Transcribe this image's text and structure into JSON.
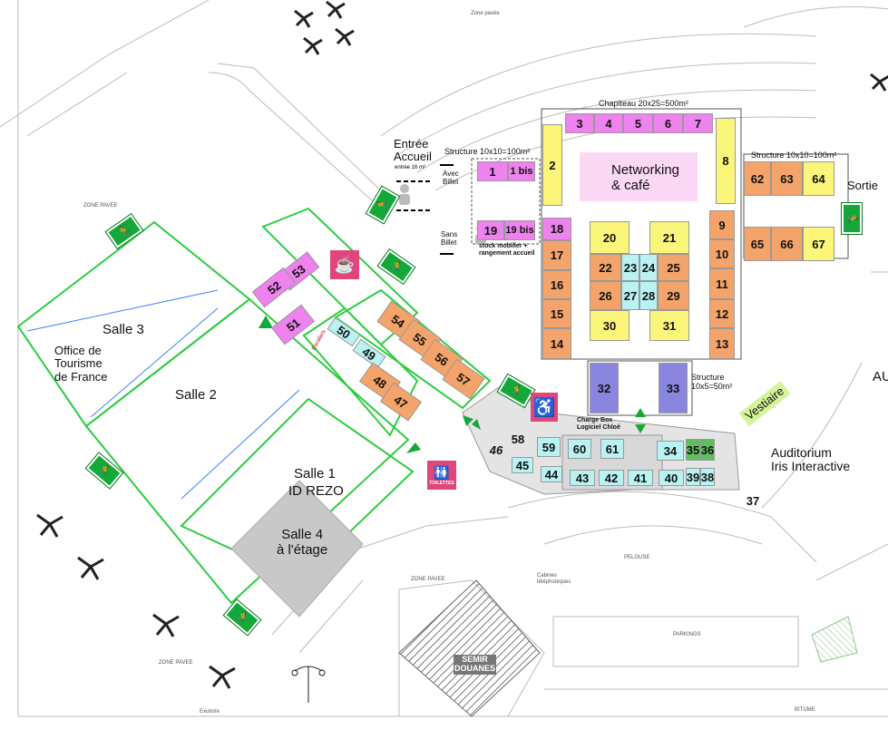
{
  "rooms": {
    "salle3": "Salle 3",
    "office": "Office de\nTourisme\nde France",
    "salle2": "Salle 2",
    "salle1": "Salle 1",
    "idrezo": "ID REZO",
    "salle4": "Salle 4\nà l'étage",
    "auditorium": "Auditorium\nIris Interactive",
    "vestiaire": "Vestiaire",
    "networking": "Networking\n& café",
    "semir": "SEMIR\nDOUANES",
    "au": "AU"
  },
  "labels": {
    "chapiteau": "Chapiteau 20x25=500m²",
    "structure_left": "Structure 10x10=100m²",
    "structure_right": "Structure 10x10=100m²",
    "structure_small": "Structure\n10x5=50m²",
    "entree": "Entrée\nAccueil",
    "entree_sub": "entrée 16 m²",
    "avec_billet": "Avec\nBillet",
    "sans_billet": "Sans\nBillet",
    "stock": "stock mobilier +\nrangement accueil",
    "sortie": "Sortie",
    "charge_box": "Charge Box\nLogiciel Chloé",
    "toilettes": "TOILETTES",
    "escaliers": "Escaliers",
    "zone_pavee_top": "Zone pavée",
    "zone_pavee_left": "ZONE PAVEE",
    "zone_pavee_bottom": "ZONE PAVEE",
    "zone_pavee_mid": "ZONE PAVEE",
    "pelouse": "PELOUSE",
    "parkings": "PARKINGS",
    "bitume": "BITUME",
    "exutoire": "Exutoire",
    "cabines": "Cabines\ntéléphoniques"
  },
  "booths": {
    "b3": "3",
    "b4": "4",
    "b5": "5",
    "b6": "6",
    "b7": "7",
    "b1": "1",
    "b1bis": "1 bis",
    "b2": "2",
    "b8": "8",
    "b19": "19",
    "b19bis": "19 bis",
    "b18": "18",
    "b17": "17",
    "b16": "16",
    "b15": "15",
    "b14": "14",
    "b20": "20",
    "b21": "21",
    "b22": "22",
    "b23": "23",
    "b24": "24",
    "b25": "25",
    "b26": "26",
    "b27": "27",
    "b28": "28",
    "b29": "29",
    "b30": "30",
    "b31": "31",
    "b9": "9",
    "b10": "10",
    "b11": "11",
    "b12": "12",
    "b13": "13",
    "b62": "62",
    "b63": "63",
    "b64": "64",
    "b65": "65",
    "b66": "66",
    "b67": "67",
    "b32": "32",
    "b33": "33",
    "b53": "53",
    "b52": "52",
    "b51": "51",
    "b50": "50",
    "b49": "49",
    "b54": "54",
    "b55": "55",
    "b56": "56",
    "b57": "57",
    "b48": "48",
    "b47": "47",
    "b58": "58",
    "b59": "59",
    "b60": "60",
    "b61": "61",
    "b46": "46",
    "b45": "45",
    "b44": "44",
    "b43": "43",
    "b42": "42",
    "b41": "41",
    "b40": "40",
    "b34": "34",
    "b35": "35",
    "b36": "36",
    "b39": "39",
    "b38": "38",
    "b37": "37"
  },
  "colors": {
    "pink": "#ee82ee",
    "orange": "#f4a46a",
    "yellow": "#fbf57a",
    "cyan": "#b9f2f2",
    "blue": "#8a86e0",
    "exit_green": "#13a838",
    "wall_green": "#2ecc40",
    "toilet_pink": "#e0457b"
  },
  "icons": [
    "emergency-exit-icon",
    "coffee-icon",
    "wheelchair-icon",
    "toilets-icon",
    "double-arrow-icon",
    "palm-tree-icon",
    "person-icon"
  ]
}
